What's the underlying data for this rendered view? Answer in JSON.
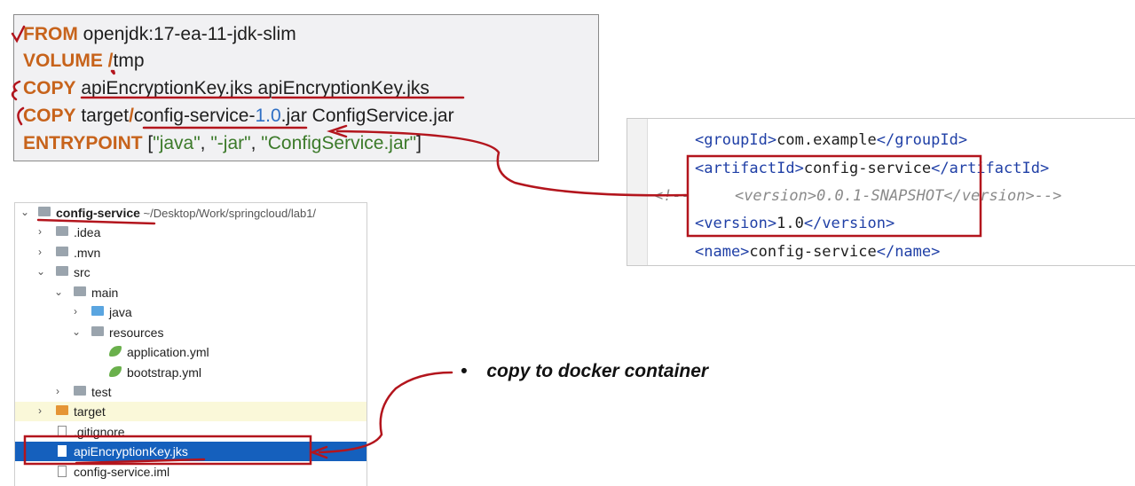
{
  "dockerfile": {
    "lines": [
      {
        "kw": "FROM",
        "rest": " openjdk:17-ea-11-jdk-slim"
      },
      {
        "kw": "VOLUME",
        "slash": " /",
        "rest": "tmp"
      },
      {
        "kw": "COPY",
        "rest": " apiEncryptionKey.jks apiEncryptionKey.jks"
      },
      {
        "kw": "COPY",
        "pre": " target",
        "slash": "/",
        "mid": "config-service-",
        "ver": "1.0",
        "post": ".jar ConfigService.jar"
      },
      {
        "kw": "ENTRYPOINT",
        "open": " [",
        "a": "\"java\"",
        "c1": ", ",
        "b": "\"-jar\"",
        "c2": ", ",
        "c": "\"ConfigService.jar\"",
        "close": "]"
      }
    ]
  },
  "pom": {
    "group_open": "<groupId>",
    "group_val": "com.example",
    "group_close": "</groupId>",
    "artifact_open": "<artifactId>",
    "artifact_val": "config-service",
    "artifact_close": "</artifactId>",
    "comment_prefix": "<!--",
    "comment_text": "<version>0.0.1-SNAPSHOT</version>-->",
    "version_open": "<version>",
    "version_val": "1.0",
    "version_close": "</version>",
    "name_open": "<name>",
    "name_val": "config-service",
    "name_close": "</name>"
  },
  "tree": {
    "root_name": "config-service",
    "root_path": " ~/Desktop/Work/springcloud/lab1/",
    "items": [
      {
        "label": ".idea"
      },
      {
        "label": ".mvn"
      },
      {
        "label": "src"
      },
      {
        "label": "main"
      },
      {
        "label": "java"
      },
      {
        "label": "resources"
      },
      {
        "label": "application.yml"
      },
      {
        "label": "bootstrap.yml"
      },
      {
        "label": "test"
      },
      {
        "label": "target"
      },
      {
        "label": ".gitignore"
      },
      {
        "label": "apiEncryptionKey.jks"
      },
      {
        "label": "config-service.iml"
      }
    ]
  },
  "callout": {
    "bullet": "•",
    "text": "copy to docker container"
  },
  "colors": {
    "keyword": "#c7631b",
    "string": "#3c7a2a",
    "xml_tag": "#1f3fa6",
    "annotation_red": "#b3151d",
    "selection": "#1560bd",
    "target_highlight": "#faf8d9"
  }
}
